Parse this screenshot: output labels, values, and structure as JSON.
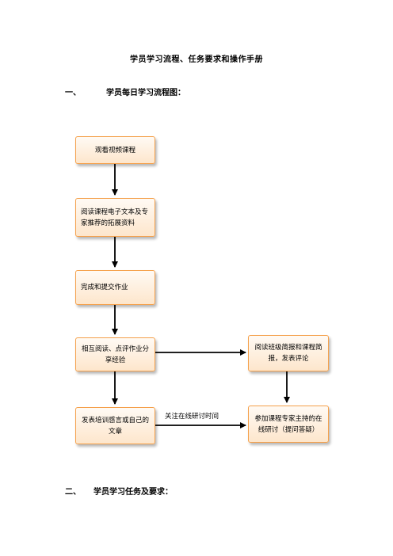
{
  "document": {
    "title": "学员学习流程、任务要求和操作手册",
    "section1": {
      "number": "一、",
      "heading": "学员每日学习流程图："
    },
    "section2": {
      "number": "二、",
      "heading": "学员学习任务及要求："
    }
  },
  "flowchart": {
    "nodes": {
      "watch_video": "观看视频课程",
      "read_materials": "阅读课程电子文本及专家推荐的拓展资料",
      "submit_homework": "完成和提交作业",
      "peer_review": "相互阅读、点评作业分享经验",
      "read_bulletin": "阅读班级简报和课程简报，发表评论",
      "post_reflection": "发表培训感言或自己的文章",
      "online_seminar": "参加课程专家主持的在线研讨（提问答疑）"
    },
    "edge_label": "关注在线研讨时间"
  }
}
